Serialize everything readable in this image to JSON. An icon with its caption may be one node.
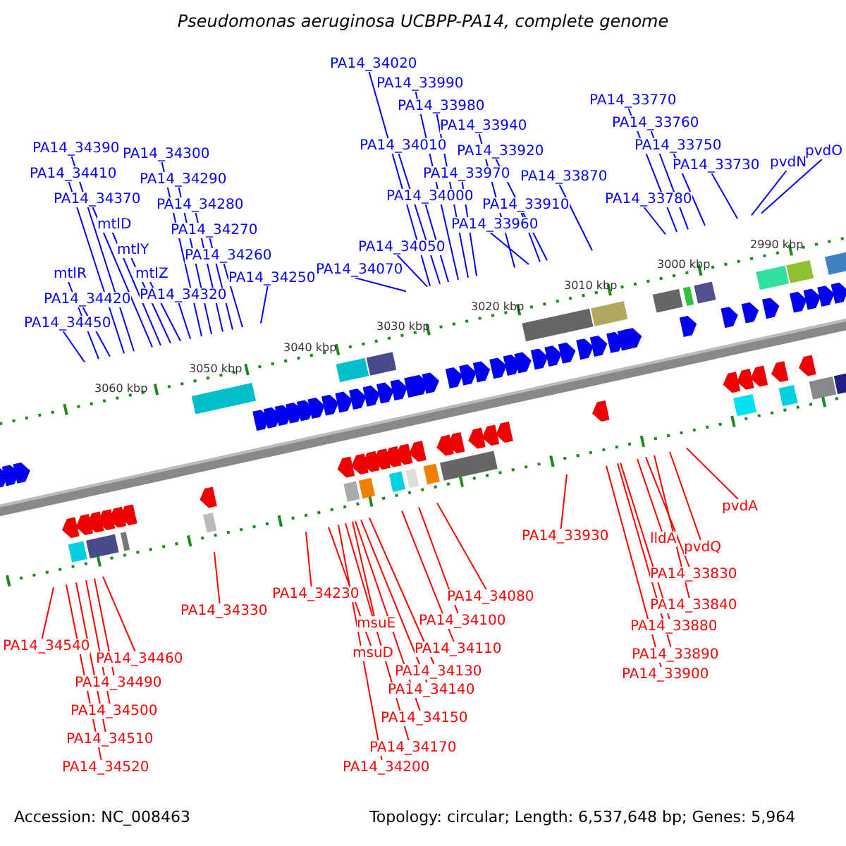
{
  "diagram": {
    "title": "Pseudomonas aeruginosa UCBPP-PA14, complete genome",
    "nodes": [
      {
        "text": [
          "PA14_34390"
        ]
      },
      {
        "text": [
          "PA14_34410"
        ]
      },
      {
        "text": [
          "PA14_34370"
        ]
      },
      {
        "text": [
          "mtlD"
        ]
      },
      {
        "text": [
          "mtlY"
        ]
      },
      {
        "text": [
          "mtlZ"
        ]
      },
      {
        "text": [
          "mtlR"
        ]
      },
      {
        "text": [
          "PA14_34420"
        ]
      },
      {
        "text": [
          "PA14_34450"
        ]
      },
      {
        "text": [
          "PA14_34300"
        ]
      },
      {
        "text": [
          "PA14_34290"
        ]
      },
      {
        "text": [
          "PA14_34280"
        ]
      },
      {
        "text": [
          "PA14_34270"
        ]
      },
      {
        "text": [
          "PA14_34260"
        ]
      },
      {
        "text": [
          "PA14_34320"
        ]
      },
      {
        "text": [
          "PA14_34250"
        ]
      },
      {
        "text": [
          "PA14_34020"
        ]
      },
      {
        "text": [
          "PA14_33990"
        ]
      },
      {
        "text": [
          "PA14_33980"
        ]
      },
      {
        "text": [
          "PA14_33940"
        ]
      },
      {
        "text": [
          "PA14_34010"
        ]
      },
      {
        "text": [
          "PA14_33920"
        ]
      },
      {
        "text": [
          "PA14_33970"
        ]
      },
      {
        "text": [
          "PA14_34000"
        ]
      },
      {
        "text": [
          "PA14_33910"
        ]
      },
      {
        "text": [
          "PA14_33870"
        ]
      },
      {
        "text": [
          "PA14_33960"
        ]
      },
      {
        "text": [
          "PA14_34050"
        ]
      },
      {
        "text": [
          "PA14_34070"
        ]
      },
      {
        "text": [
          "PA14_33770"
        ]
      },
      {
        "text": [
          "PA14_33760"
        ]
      },
      {
        "text": [
          "PA14_33750"
        ]
      },
      {
        "text": [
          "PA14_33730"
        ]
      },
      {
        "text": [
          "PA14_33780"
        ]
      },
      {
        "text": [
          "pvdN"
        ]
      },
      {
        "text": [
          "pvdO"
        ]
      },
      {
        "text": [
          "PA14_34540"
        ]
      },
      {
        "text": [
          "PA14_34460"
        ]
      },
      {
        "text": [
          "PA14_34490"
        ]
      },
      {
        "text": [
          "PA14_34500"
        ]
      },
      {
        "text": [
          "PA14_34510"
        ]
      },
      {
        "text": [
          "PA14_34520"
        ]
      },
      {
        "text": [
          "PA14_34330"
        ]
      },
      {
        "text": [
          "PA14_34230"
        ]
      },
      {
        "text": [
          "msuE"
        ]
      },
      {
        "text": [
          "msuD"
        ]
      },
      {
        "text": [
          "PA14_34080"
        ]
      },
      {
        "text": [
          "PA14_34100"
        ]
      },
      {
        "text": [
          "PA14_34110"
        ]
      },
      {
        "text": [
          "PA14_34130"
        ]
      },
      {
        "text": [
          "PA14_34140"
        ]
      },
      {
        "text": [
          "PA14_34150"
        ]
      },
      {
        "text": [
          "PA14_34170"
        ]
      },
      {
        "text": [
          "PA14_34200"
        ]
      },
      {
        "text": [
          "PA14_33930"
        ]
      },
      {
        "text": [
          "lldA"
        ]
      },
      {
        "text": [
          "pvdQ"
        ]
      },
      {
        "text": [
          "pvdA"
        ]
      },
      {
        "text": [
          "PA14_33830"
        ]
      },
      {
        "text": [
          "PA14_33840"
        ]
      },
      {
        "text": [
          "PA14_33880"
        ]
      },
      {
        "text": [
          "PA14_33890"
        ]
      },
      {
        "text": [
          "PA14_33900"
        ]
      }
    ],
    "edges": [
      {
        "from": 0,
        "to": null,
        "arrow": "none"
      },
      {
        "from": 1,
        "to": null,
        "arrow": "none"
      },
      {
        "from": 2,
        "to": null,
        "arrow": "none"
      },
      {
        "from": 3,
        "to": null,
        "arrow": "none"
      },
      {
        "from": 4,
        "to": null,
        "arrow": "none"
      },
      {
        "from": 5,
        "to": null,
        "arrow": "none"
      },
      {
        "from": 6,
        "to": null,
        "arrow": "none"
      },
      {
        "from": 7,
        "to": null,
        "arrow": "none"
      },
      {
        "from": 8,
        "to": null,
        "arrow": "none"
      },
      {
        "from": 9,
        "to": null,
        "arrow": "none"
      },
      {
        "from": 10,
        "to": null,
        "arrow": "none"
      },
      {
        "from": 11,
        "to": null,
        "arrow": "none"
      },
      {
        "from": 12,
        "to": null,
        "arrow": "none"
      },
      {
        "from": 13,
        "to": null,
        "arrow": "none"
      },
      {
        "from": 14,
        "to": null,
        "arrow": "none"
      },
      {
        "from": 15,
        "to": null,
        "arrow": "none"
      },
      {
        "from": 16,
        "to": null,
        "arrow": "none"
      },
      {
        "from": 17,
        "to": null,
        "arrow": "none"
      },
      {
        "from": 18,
        "to": null,
        "arrow": "none"
      },
      {
        "from": 19,
        "to": null,
        "arrow": "none"
      },
      {
        "from": 20,
        "to": null,
        "arrow": "none"
      },
      {
        "from": 21,
        "to": null,
        "arrow": "none"
      },
      {
        "from": 22,
        "to": null,
        "arrow": "none"
      },
      {
        "from": 23,
        "to": null,
        "arrow": "none"
      },
      {
        "from": 24,
        "to": null,
        "arrow": "none"
      },
      {
        "from": 25,
        "to": null,
        "arrow": "none"
      },
      {
        "from": 26,
        "to": null,
        "arrow": "none"
      },
      {
        "from": 27,
        "to": null,
        "arrow": "none"
      },
      {
        "from": 28,
        "to": null,
        "arrow": "none"
      },
      {
        "from": 29,
        "to": null,
        "arrow": "none"
      },
      {
        "from": 30,
        "to": null,
        "arrow": "none"
      },
      {
        "from": 31,
        "to": null,
        "arrow": "none"
      },
      {
        "from": 32,
        "to": null,
        "arrow": "none"
      },
      {
        "from": 33,
        "to": null,
        "arrow": "none"
      },
      {
        "from": 34,
        "to": null,
        "arrow": "none"
      },
      {
        "from": 35,
        "to": null,
        "arrow": "none"
      },
      {
        "from": 36,
        "to": null,
        "arrow": "none",
        "color": "#ff0000"
      },
      {
        "from": 37,
        "to": null,
        "arrow": "none",
        "color": "#ff0000"
      },
      {
        "from": 38,
        "to": null,
        "arrow": "none",
        "color": "#ff0000"
      },
      {
        "from": 39,
        "to": null,
        "arrow": "none",
        "color": "#ff0000"
      },
      {
        "from": 40,
        "to": null,
        "arrow": "none",
        "color": "#ff0000"
      },
      {
        "from": 41,
        "to": null,
        "arrow": "none",
        "color": "#ff0000"
      },
      {
        "from": 42,
        "to": null,
        "arrow": "none",
        "color": "#ff0000"
      },
      {
        "from": 43,
        "to": null,
        "arrow": "none",
        "color": "#ff0000"
      },
      {
        "from": 44,
        "to": null,
        "arrow": "none",
        "color": "#ff0000"
      },
      {
        "from": 45,
        "to": null,
        "arrow": "none",
        "color": "#ff0000"
      },
      {
        "from": 46,
        "to": null,
        "arrow": "none",
        "color": "#ff0000"
      },
      {
        "from": 47,
        "to": null,
        "arrow": "none",
        "color": "#ff0000"
      },
      {
        "from": 48,
        "to": null,
        "arrow": "none",
        "color": "#ff0000"
      },
      {
        "from": 49,
        "to": null,
        "arrow": "none",
        "color": "#ff0000"
      },
      {
        "from": 50,
        "to": null,
        "arrow": "none",
        "color": "#ff0000"
      },
      {
        "from": 51,
        "to": null,
        "arrow": "none",
        "color": "#ff0000"
      },
      {
        "from": 52,
        "to": null,
        "arrow": "none",
        "color": "#ff0000"
      },
      {
        "from": 53,
        "to": null,
        "arrow": "none",
        "color": "#ff0000"
      },
      {
        "from": 54,
        "to": null,
        "arrow": "none",
        "color": "#ff0000"
      },
      {
        "from": 55,
        "to": null,
        "arrow": "none",
        "color": "#ff0000"
      },
      {
        "from": 56,
        "to": null,
        "arrow": "none",
        "color": "#ff0000"
      },
      {
        "from": 57,
        "to": null,
        "arrow": "none",
        "color": "#ff0000"
      },
      {
        "from": 58,
        "to": null,
        "arrow": "none",
        "color": "#ff0000"
      },
      {
        "from": 59,
        "to": null,
        "arrow": "none",
        "color": "#ff0000"
      },
      {
        "from": 60,
        "to": null,
        "arrow": "none",
        "color": "#ff0000"
      },
      {
        "from": 61,
        "to": null,
        "arrow": "none",
        "color": "#ff0000"
      },
      {
        "from": 62,
        "to": null,
        "arrow": "none",
        "color": "#ff0000"
      }
    ],
    "labels": [
      "3060 kbp",
      "3050 kbp",
      "3040 kbp",
      "3030 kbp",
      "3020 kbp",
      "3010 kbp",
      "3000 kbp",
      "2990 kbp",
      "Accession: NC_008463",
      "Topology: circular; Length: 6,537,648 bp; Genes: 5,964"
    ]
  }
}
